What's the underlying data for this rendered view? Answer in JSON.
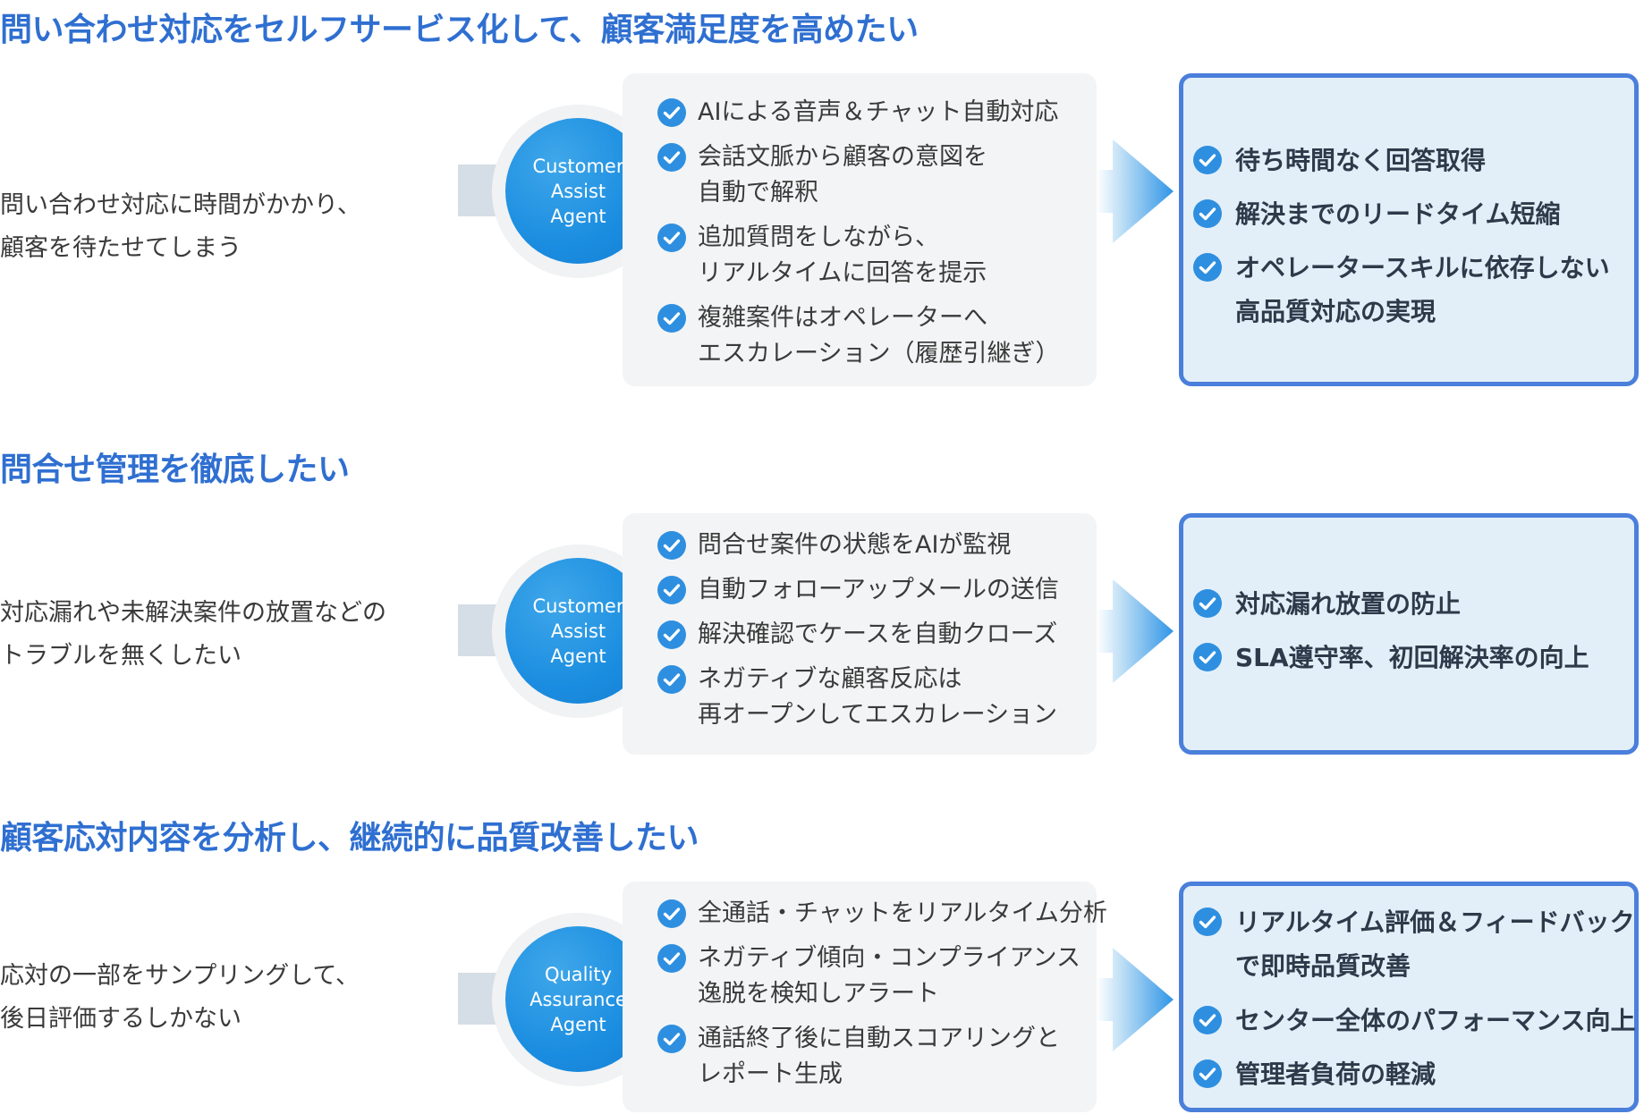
{
  "sections": [
    {
      "title": "問い合わせ対応をセルフサービス化して、顧客満足度を高めたい",
      "problem": [
        "問い合わせ対応に時間がかかり、",
        "顧客を待たせてしまう"
      ],
      "agent": [
        "Customer",
        "Assist",
        "Agent"
      ],
      "features": [
        [
          "AIによる音声＆チャット自動対応"
        ],
        [
          "会話文脈から顧客の意図を",
          "自動で解釈"
        ],
        [
          "追加質問をしながら、",
          "リアルタイムに回答を提示"
        ],
        [
          "複雑案件はオペレーターへ",
          "エスカレーション（履歴引継ぎ）"
        ]
      ],
      "results": [
        [
          "待ち時間なく回答取得"
        ],
        [
          "解決までのリードタイム短縮"
        ],
        [
          "オペレータースキルに依存しない",
          "高品質対応の実現"
        ]
      ]
    },
    {
      "title": "問合せ管理を徹底したい",
      "problem": [
        "対応漏れや未解決案件の放置などの",
        "トラブルを無くしたい"
      ],
      "agent": [
        "Customer",
        "Assist",
        "Agent"
      ],
      "features": [
        [
          "問合せ案件の状態をAIが監視"
        ],
        [
          "自動フォローアップメールの送信"
        ],
        [
          "解決確認でケースを自動クローズ"
        ],
        [
          "ネガティブな顧客反応は",
          "再オープンしてエスカレーション"
        ]
      ],
      "results": [
        [
          "対応漏れ放置の防止"
        ],
        [
          "SLA遵守率、初回解決率の向上"
        ]
      ]
    },
    {
      "title": "顧客応対内容を分析し、継続的に品質改善したい",
      "problem": [
        "応対の一部をサンプリングして、",
        "後日評価するしかない"
      ],
      "agent": [
        "Quality",
        "Assurance",
        "Agent"
      ],
      "features": [
        [
          "全通話・チャットをリアルタイム分析"
        ],
        [
          "ネガティブ傾向・コンプライアンス",
          "逸脱を検知しアラート"
        ],
        [
          "通話終了後に自動スコアリングと",
          "レポート生成"
        ]
      ],
      "results": [
        [
          "リアルタイム評価＆フィードバック",
          "で即時品質改善"
        ],
        [
          "センター全体のパフォーマンス向上"
        ],
        [
          "管理者負荷の軽減"
        ]
      ]
    }
  ]
}
